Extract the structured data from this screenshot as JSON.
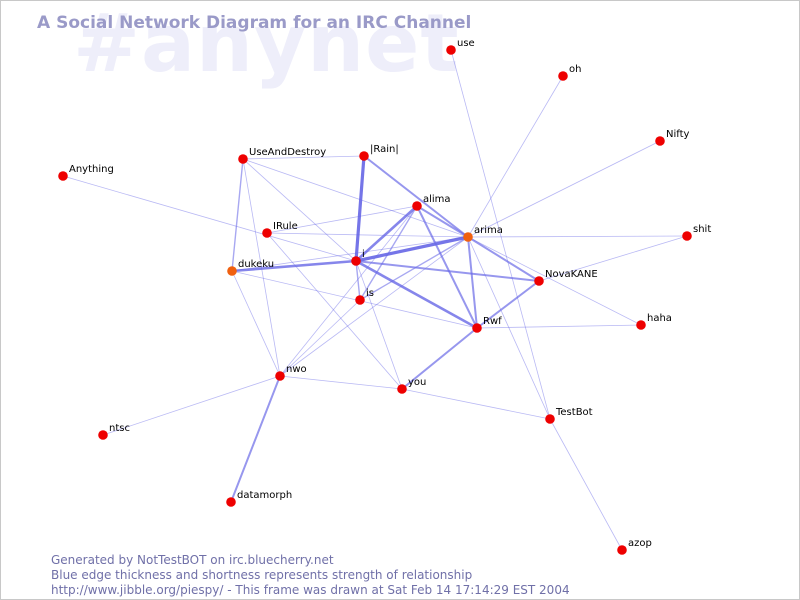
{
  "watermark": "#anynet",
  "title": "A Social Network Diagram for an IRC Channel",
  "footer": {
    "line1": "Generated by NotTestBOT on irc.bluecherry.net",
    "line2": "Blue edge thickness and shortness represents strength of relationship",
    "line3": "http://www.jibble.org/piespy/ - This frame was drawn at Sat Feb 14 17:14:29 EST 2004"
  },
  "colors": {
    "node": "#ee0000",
    "node_active": "#f06010",
    "edge": "#6666e6",
    "title": "#9a9ac8",
    "watermark": "#eeeefa",
    "footer": "#7070a8"
  },
  "nodes": [
    {
      "id": "use",
      "label": "use",
      "active": false
    },
    {
      "id": "oh",
      "label": "oh",
      "active": false
    },
    {
      "id": "nifty",
      "label": "Nifty",
      "active": false
    },
    {
      "id": "rain",
      "label": "|Rain|",
      "active": false
    },
    {
      "id": "useanddestroy",
      "label": "UseAndDestroy",
      "active": false
    },
    {
      "id": "anything",
      "label": "Anything",
      "active": false
    },
    {
      "id": "alima",
      "label": "alima",
      "active": false
    },
    {
      "id": "irule",
      "label": "IRule",
      "active": false
    },
    {
      "id": "arima",
      "label": "arima",
      "active": true
    },
    {
      "id": "shit",
      "label": "shit",
      "active": false
    },
    {
      "id": "i",
      "label": "i",
      "active": false
    },
    {
      "id": "dukeku",
      "label": "dukeku",
      "active": true
    },
    {
      "id": "novakane",
      "label": "NovaKANE",
      "active": false
    },
    {
      "id": "is",
      "label": "is",
      "active": false
    },
    {
      "id": "haha",
      "label": "haha",
      "active": false
    },
    {
      "id": "rwf",
      "label": "Rwf",
      "active": false
    },
    {
      "id": "nwo",
      "label": "nwo",
      "active": false
    },
    {
      "id": "you",
      "label": "you",
      "active": false
    },
    {
      "id": "testbot",
      "label": "TestBot",
      "active": false
    },
    {
      "id": "ntsc",
      "label": "ntsc",
      "active": false
    },
    {
      "id": "datamorph",
      "label": "datamorph",
      "active": false
    },
    {
      "id": "azop",
      "label": "azop",
      "active": false
    }
  ],
  "edges": [
    {
      "source": "rain",
      "target": "i",
      "weight": 5
    },
    {
      "source": "rain",
      "target": "arima",
      "weight": 3
    },
    {
      "source": "alima",
      "target": "i",
      "weight": 4
    },
    {
      "source": "alima",
      "target": "arima",
      "weight": 3
    },
    {
      "source": "alima",
      "target": "rwf",
      "weight": 3
    },
    {
      "source": "i",
      "target": "arima",
      "weight": 5
    },
    {
      "source": "i",
      "target": "rwf",
      "weight": 4
    },
    {
      "source": "i",
      "target": "novakane",
      "weight": 3
    },
    {
      "source": "dukeku",
      "target": "i",
      "weight": 4
    },
    {
      "source": "arima",
      "target": "novakane",
      "weight": 3
    },
    {
      "source": "arima",
      "target": "rwf",
      "weight": 3
    },
    {
      "source": "novakane",
      "target": "rwf",
      "weight": 3
    },
    {
      "source": "rwf",
      "target": "you",
      "weight": 3
    },
    {
      "source": "nwo",
      "target": "datamorph",
      "weight": 3
    },
    {
      "source": "useanddestroy",
      "target": "rain",
      "weight": 1
    },
    {
      "source": "useanddestroy",
      "target": "arima",
      "weight": 1
    },
    {
      "source": "useanddestroy",
      "target": "i",
      "weight": 1
    },
    {
      "source": "useanddestroy",
      "target": "dukeku",
      "weight": 2
    },
    {
      "source": "useanddestroy",
      "target": "nwo",
      "weight": 1
    },
    {
      "source": "anything",
      "target": "i",
      "weight": 1
    },
    {
      "source": "use",
      "target": "testbot",
      "weight": 1
    },
    {
      "source": "oh",
      "target": "arima",
      "weight": 1
    },
    {
      "source": "nifty",
      "target": "arima",
      "weight": 1
    },
    {
      "source": "shit",
      "target": "arima",
      "weight": 1
    },
    {
      "source": "shit",
      "target": "novakane",
      "weight": 1
    },
    {
      "source": "haha",
      "target": "arima",
      "weight": 1
    },
    {
      "source": "haha",
      "target": "rwf",
      "weight": 1
    },
    {
      "source": "irule",
      "target": "alima",
      "weight": 1
    },
    {
      "source": "irule",
      "target": "arima",
      "weight": 1
    },
    {
      "source": "irule",
      "target": "you",
      "weight": 1
    },
    {
      "source": "alima",
      "target": "is",
      "weight": 2
    },
    {
      "source": "alima",
      "target": "nwo",
      "weight": 1
    },
    {
      "source": "is",
      "target": "arima",
      "weight": 2
    },
    {
      "source": "is",
      "target": "i",
      "weight": 2
    },
    {
      "source": "is",
      "target": "nwo",
      "weight": 1
    },
    {
      "source": "i",
      "target": "you",
      "weight": 1
    },
    {
      "source": "dukeku",
      "target": "arima",
      "weight": 1
    },
    {
      "source": "dukeku",
      "target": "rwf",
      "weight": 1
    },
    {
      "source": "dukeku",
      "target": "nwo",
      "weight": 1
    },
    {
      "source": "nwo",
      "target": "arima",
      "weight": 1
    },
    {
      "source": "nwo",
      "target": "you",
      "weight": 1
    },
    {
      "source": "nwo",
      "target": "ntsc",
      "weight": 1
    },
    {
      "source": "you",
      "target": "testbot",
      "weight": 1
    },
    {
      "source": "arima",
      "target": "testbot",
      "weight": 1
    },
    {
      "source": "testbot",
      "target": "azop",
      "weight": 1
    }
  ]
}
